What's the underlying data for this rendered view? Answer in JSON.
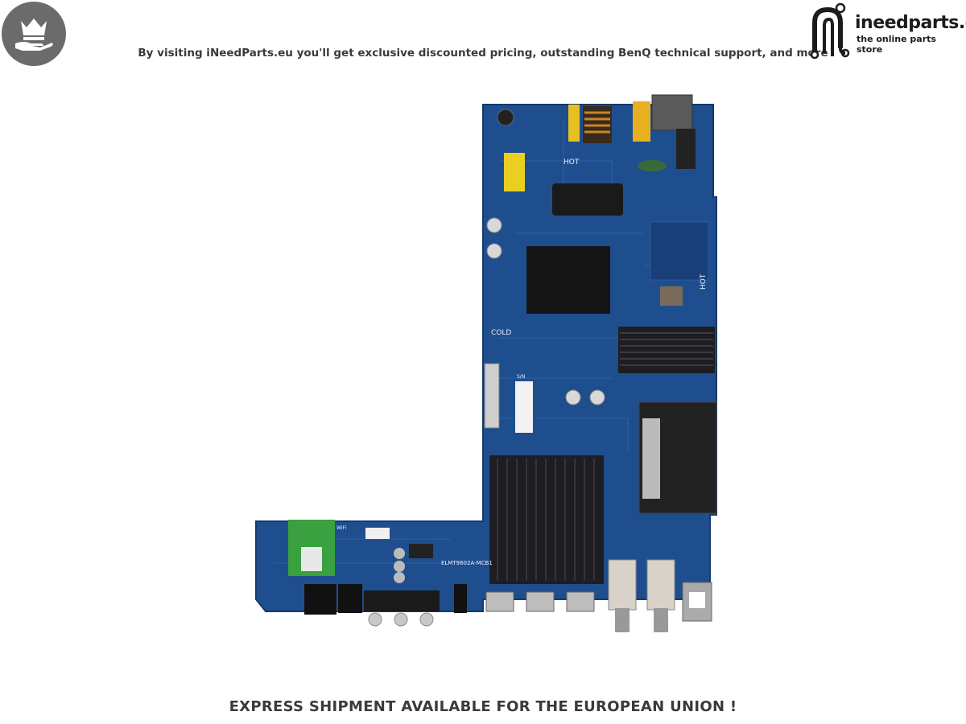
{
  "header": {
    "logo_icon": "crown-on-hand-icon",
    "tagline": "By visiting iNeedParts.eu you'll get exclusive discounted pricing, outstanding BenQ technical support, and more"
  },
  "brand": {
    "logo_icon": "circuit-n-icon",
    "name": "ineedparts.eu",
    "subtitle": "the online parts store"
  },
  "product": {
    "image": "tv-main-board-pcb",
    "board_labels": {
      "hot": "HOT",
      "hot_side": "HOT",
      "cold": "COLD",
      "sn": "S/N",
      "wifi": "WiFi",
      "model": "ELMT9602A-MCB1"
    }
  },
  "footer": {
    "notice": "EXPRESS SHIPMENT AVAILABLE FOR THE EUROPEAN UNION !"
  },
  "colors": {
    "pcb_blue": "#1f4e8f",
    "heatsink": "#1e1e22",
    "text": "#3a3a3a",
    "badge": "#6b6b6b"
  }
}
